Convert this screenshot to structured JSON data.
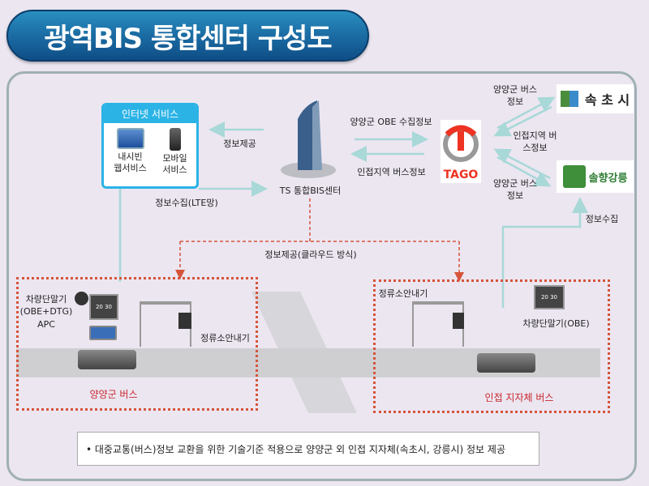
{
  "title": "광역BIS 통합센터 구성도",
  "internet_service": {
    "header": "인터넷 서비스",
    "items": [
      {
        "line1": "내시빈",
        "line2": "웹서비스",
        "icon": "monitor-icon"
      },
      {
        "line1": "모바일",
        "line2": "서비스",
        "icon": "mobile-phone-icon"
      }
    ]
  },
  "center": {
    "label": "TS 통합BIS센터"
  },
  "flows": {
    "info_provide": "정보제공",
    "info_collect_lte": "정보수집(LTE망)",
    "obe_collect": "양양군 OBE 수집정보",
    "adjacent_bus_info": "인접지역 버스정보",
    "yangyang_bus_info_1": "양양군 버스정보",
    "adjacent_bus_info_2": "인접지역 버스정보",
    "yangyang_bus_info_2": "양양군 버스정보",
    "info_collect": "정보수집",
    "cloud_provide": "정보제공(클라우드 방식)"
  },
  "logos": {
    "tago": "TAGO",
    "sokcho": "속 초 시",
    "gangneung": "솔향강릉"
  },
  "left_zone": {
    "terminal": "차량단말기",
    "terminal_sub": "(OBE+DTG)",
    "apc": "APC",
    "stop_display": "정류소안내기",
    "bus_label": "양양군 버스",
    "display_value": "20 30"
  },
  "right_zone": {
    "stop_display": "정류소안내기",
    "terminal": "차량단말기(OBE)",
    "bus_label": "인접 지자체 버스",
    "display_value": "20 30"
  },
  "footer": "• 대중교통(버스)정보 교환을 위한 기술기준 적용으로  양양군  외  인접 지자체(속초시, 강릉시) 정보 제공",
  "colors": {
    "accent": "#2bb3e6",
    "arrow": "#a8d8d8",
    "red": "#d6543a",
    "title_blue": "#1c6fa6"
  }
}
